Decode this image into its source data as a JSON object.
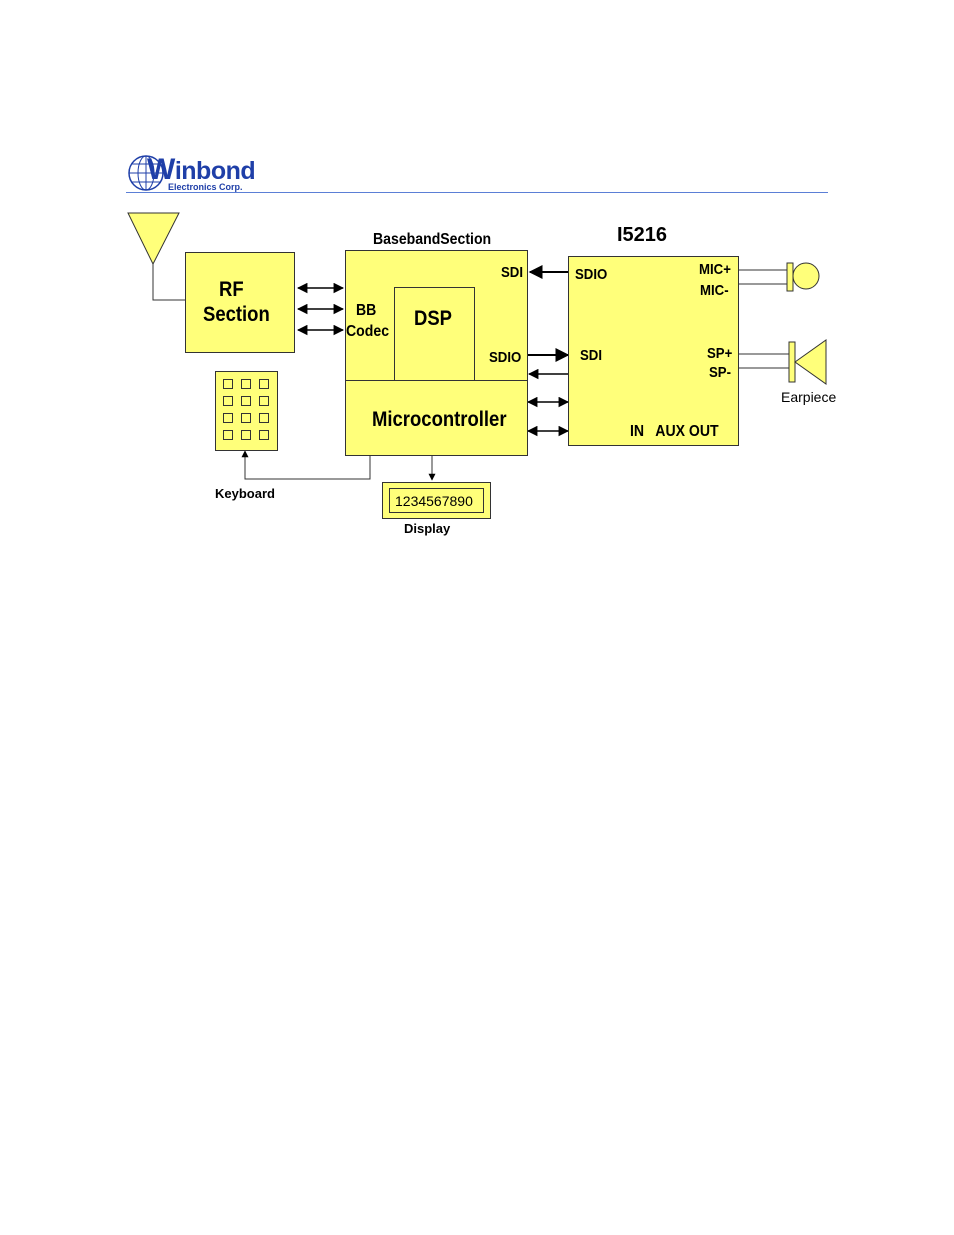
{
  "logo": {
    "brand_w": "W",
    "brand_rest": "inbond",
    "subtitle": "Electronics Corp."
  },
  "diagram": {
    "title_i5216": "I5216",
    "baseband_title": "BasebandSection",
    "rf": {
      "line1": "RF",
      "line2": "Section"
    },
    "bb_codec": {
      "line1": "BB",
      "line2": "Codec"
    },
    "dsp": "DSP",
    "microcontroller": "Microcontroller",
    "bb_sdi": "SDI",
    "bb_sdio": "SDIO",
    "chip_sdio": "SDIO",
    "chip_sdi": "SDI",
    "mic_plus": "MIC+",
    "mic_minus": "MIC-",
    "sp_plus": "SP+",
    "sp_minus": "SP-",
    "in_aux_out": "IN   AUX OUT",
    "earpiece": "Earpiece",
    "keyboard": "Keyboard",
    "display_text": "1234567890",
    "display_label": "Display"
  },
  "colors": {
    "block_fill": "#ffff7a",
    "brand_blue": "#1f3fa8",
    "rule": "#5b7fd6"
  }
}
